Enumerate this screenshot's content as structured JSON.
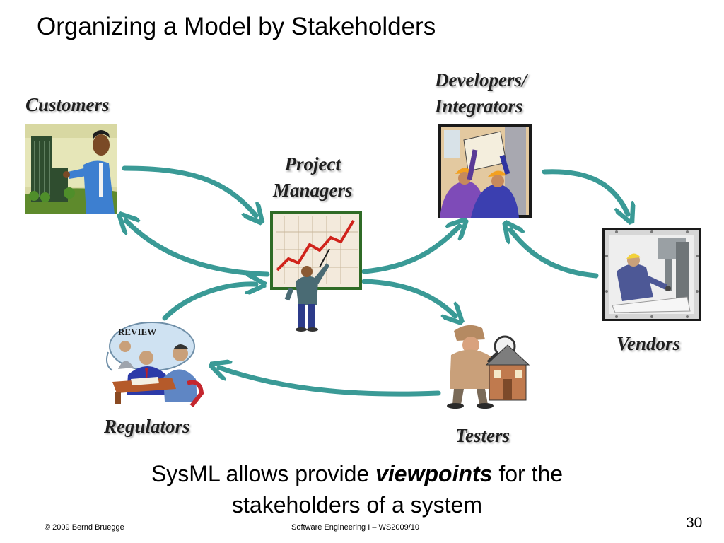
{
  "slide": {
    "title": "Organizing a Model by Stakeholders",
    "caption_line1_pre": "SysML allows provide ",
    "caption_line1_emph": "viewpoints",
    "caption_line1_post": " for the",
    "caption_line2": "stakeholders of a system",
    "footer_left": "© 2009 Bernd Bruegge",
    "footer_center": "Software Engineering  I – WS2009/10",
    "page_number": "30"
  },
  "stakeholders": {
    "customers": "Customers",
    "developers_line1": "Developers/",
    "developers_line2": "Integrators",
    "project_managers_line1": "Project",
    "project_managers_line2": "Managers",
    "vendors": "Vendors",
    "regulators": "Regulators",
    "testers": "Testers"
  },
  "clipart": {
    "review_sign": "REVIEW"
  },
  "colors": {
    "arrow": "#3a9a96"
  }
}
